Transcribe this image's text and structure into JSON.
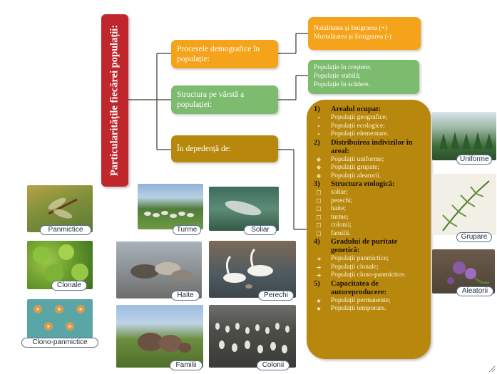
{
  "title": "Particularitățile fiecărei populații:",
  "branches": {
    "demographic": "Procesele demografice în populație:",
    "age_structure": "Structura pe vârstă a populației:",
    "depending": "În depedență de:"
  },
  "demographic_details": {
    "line1": "Natalitatea și Imigrarea (+)",
    "line2": "Mortalitatea și Emigrarea (-)"
  },
  "age_details": {
    "line1": "Populație în creștere;",
    "line2": "Populație stabilă;",
    "line3": "Populație în scădere."
  },
  "criteria": [
    {
      "num": "1)",
      "heading": "Arealul ocupat:",
      "marker": "•",
      "items": [
        "Populații geografice;",
        "Populații ecologice;",
        "Populații elementare."
      ]
    },
    {
      "num": "2)",
      "heading": "Distribuirea indivizilor în areal:",
      "marker": "❖",
      "items": [
        "Populații uniforme;",
        "Populații grupate;",
        "Populații aleatorii."
      ]
    },
    {
      "num": "3)",
      "heading": "Structura etologică:",
      "marker": "☐",
      "items": [
        "soliar;",
        "perechi;",
        "haite;",
        "turme;",
        "colonii;",
        "familii."
      ]
    },
    {
      "num": "4)",
      "heading": "Gradului de puritate genetică:",
      "marker": "➔",
      "items": [
        "Populații panmictice;",
        "Populații clonale;",
        "Populații clono-panmictice."
      ]
    },
    {
      "num": "5)",
      "heading": "Capacitatea de autoreproducere:",
      "marker": "★",
      "items": [
        "Populații permanente;",
        "Populații temporare."
      ]
    }
  ],
  "photo_captions": {
    "panmictice": "Panmictice",
    "clonale": "Clonale",
    "clono_panmictice": "Clono-panmictice",
    "turme": "Turme",
    "soliar": "Soliar",
    "haite": "Haite",
    "perechi": "Perechi",
    "familii": "Familii",
    "colonii": "Colonii",
    "uniforme": "Uniforme",
    "grupare": "Grupare",
    "aleatorii": "Aleatorii"
  },
  "colors": {
    "title_red": "#c0272d",
    "orange": "#f5a31a",
    "green": "#7dbb6f",
    "olive": "#b8880e",
    "connector": "#3a3a2a"
  }
}
